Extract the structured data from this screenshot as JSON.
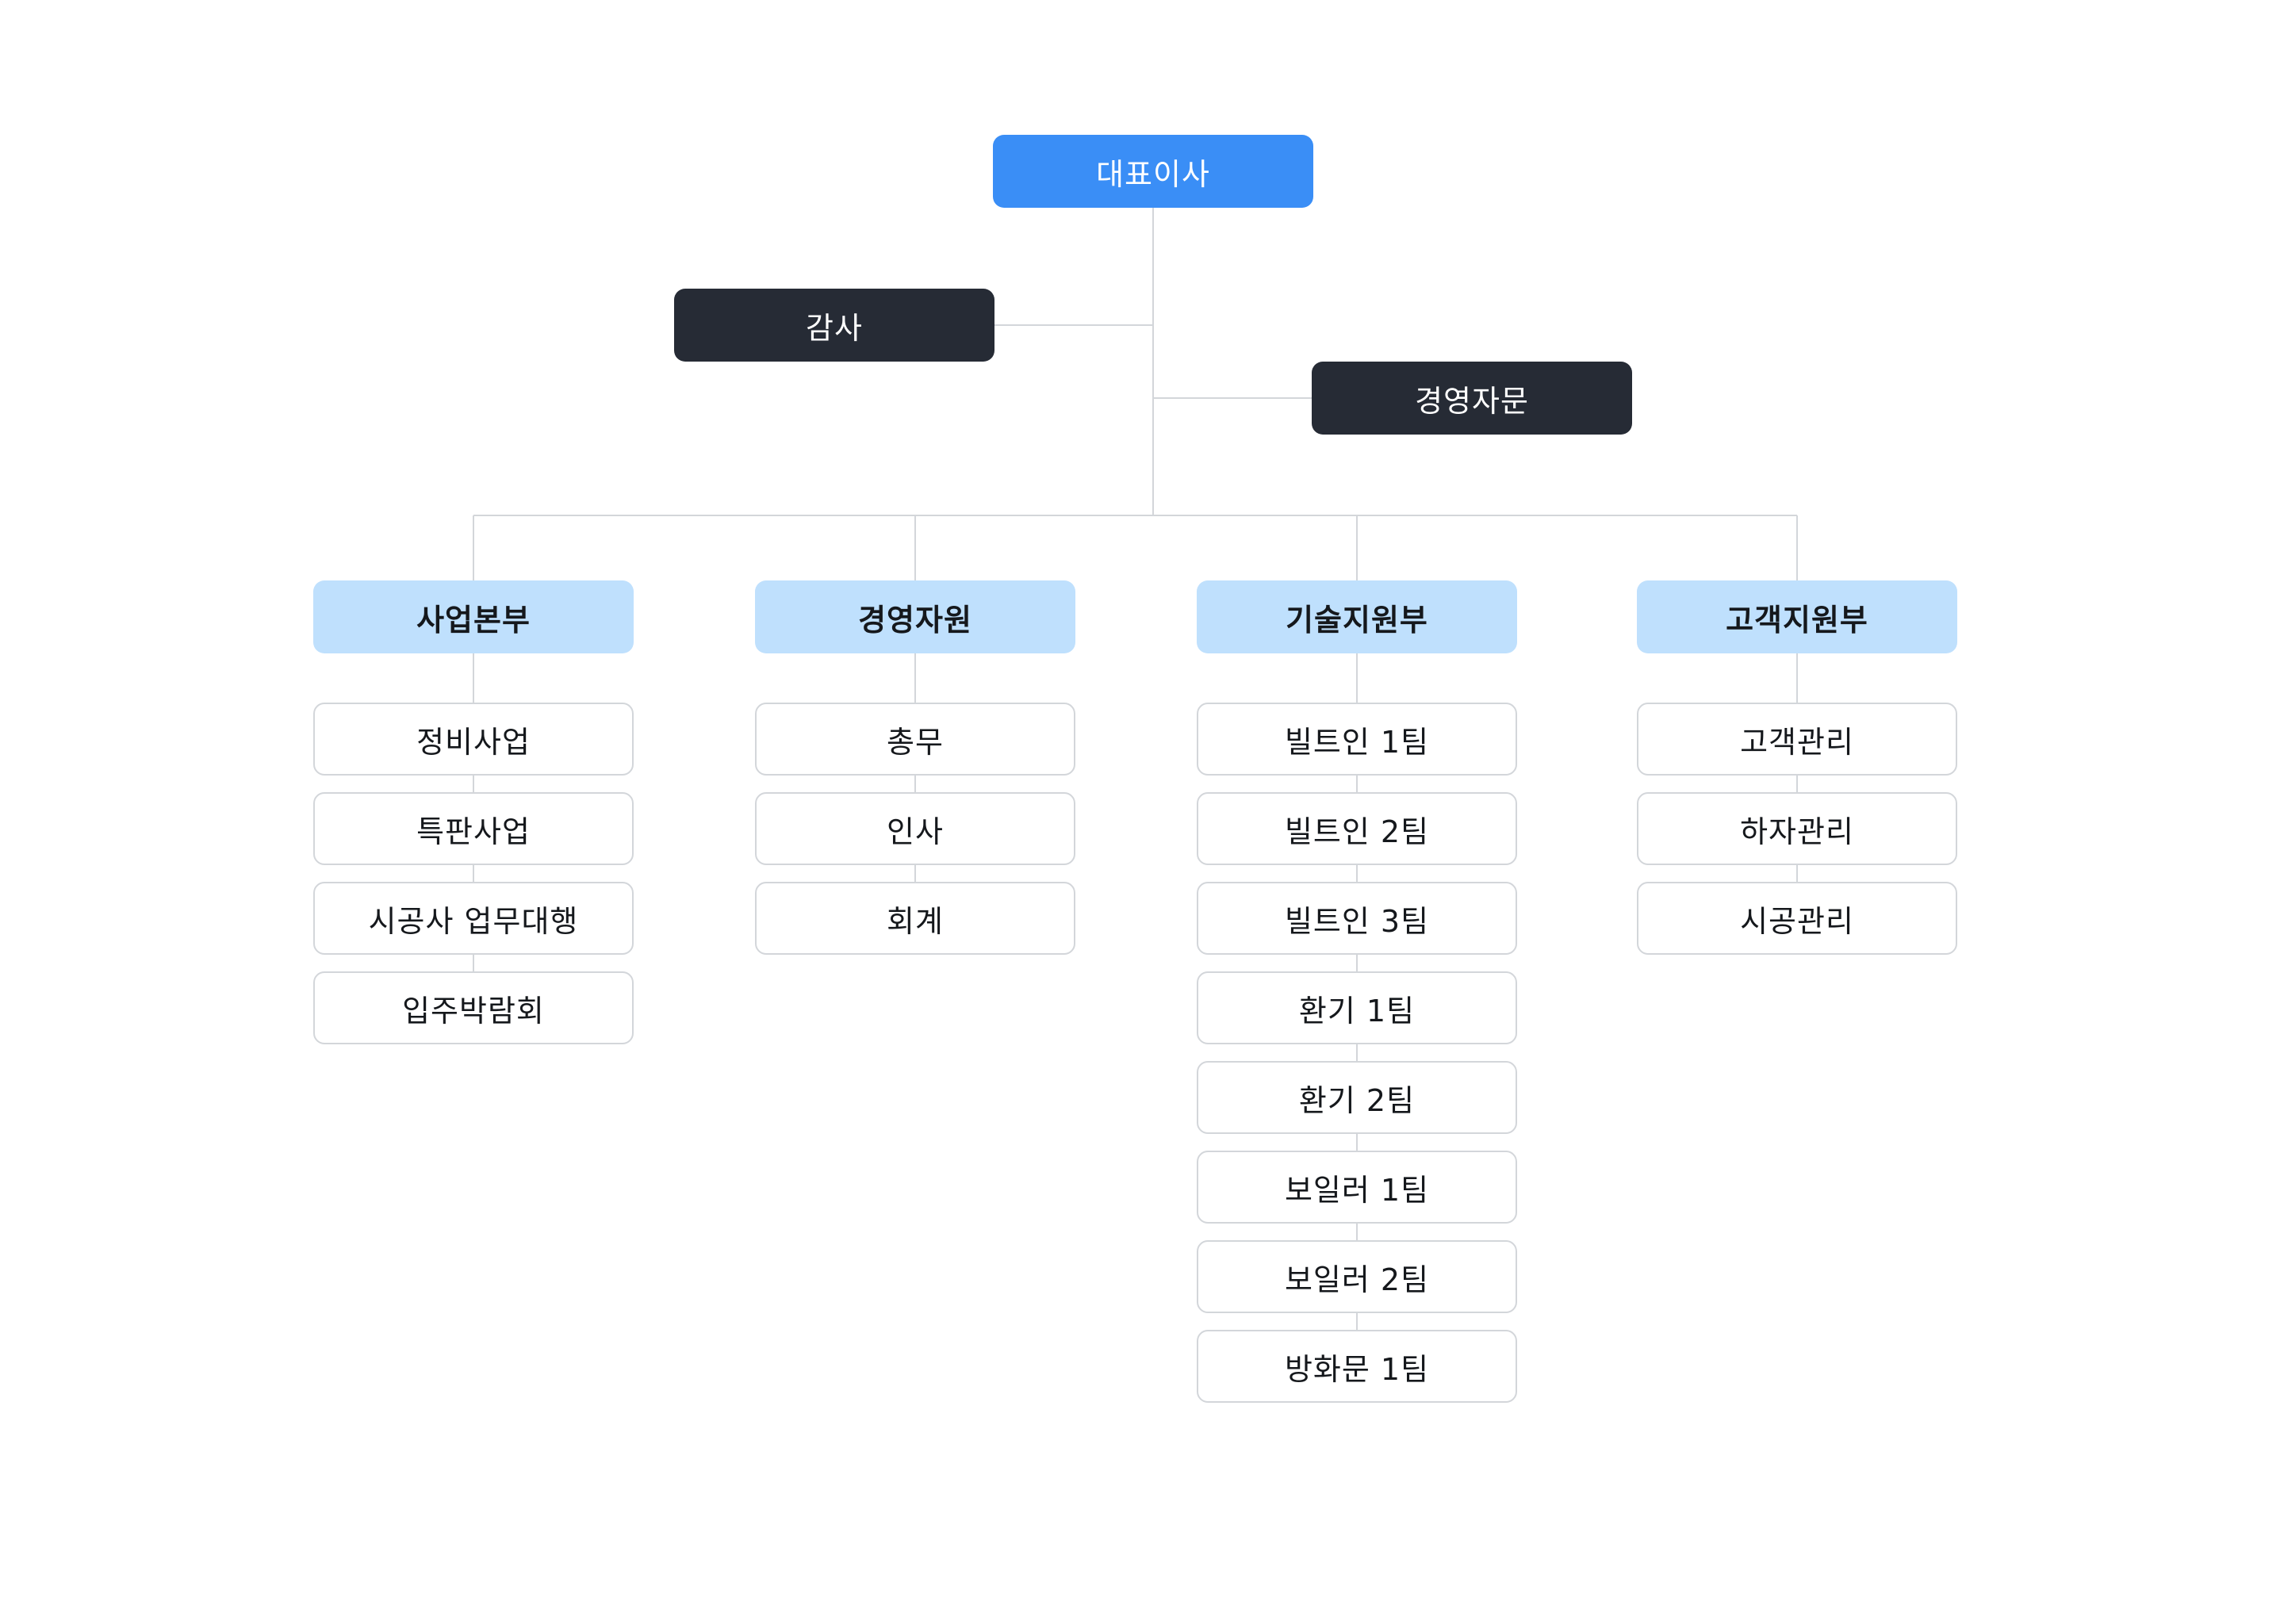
{
  "ceo": {
    "label": "대표이사"
  },
  "audit": {
    "label": "감사"
  },
  "advisory": {
    "label": "경영자문"
  },
  "departments": [
    {
      "label": "사업본부",
      "teams": [
        "정비사업",
        "특판사업",
        "시공사 업무대행",
        "입주박람회"
      ]
    },
    {
      "label": "경영자원",
      "teams": [
        "총무",
        "인사",
        "회계"
      ]
    },
    {
      "label": "기술지원부",
      "teams": [
        "빌트인 1팀",
        "빌트인 2팀",
        "빌트인 3팀",
        "환기 1팀",
        "환기 2팀",
        "보일러 1팀",
        "보일러 2팀",
        "방화문 1팀"
      ]
    },
    {
      "label": "고객지원부",
      "teams": [
        "고객관리",
        "하자관리",
        "시공관리"
      ]
    }
  ],
  "colors": {
    "ceo": "#3a8ef6",
    "dark": "#262b35",
    "department": "#bfe0fd",
    "connector": "#d3d6da"
  }
}
